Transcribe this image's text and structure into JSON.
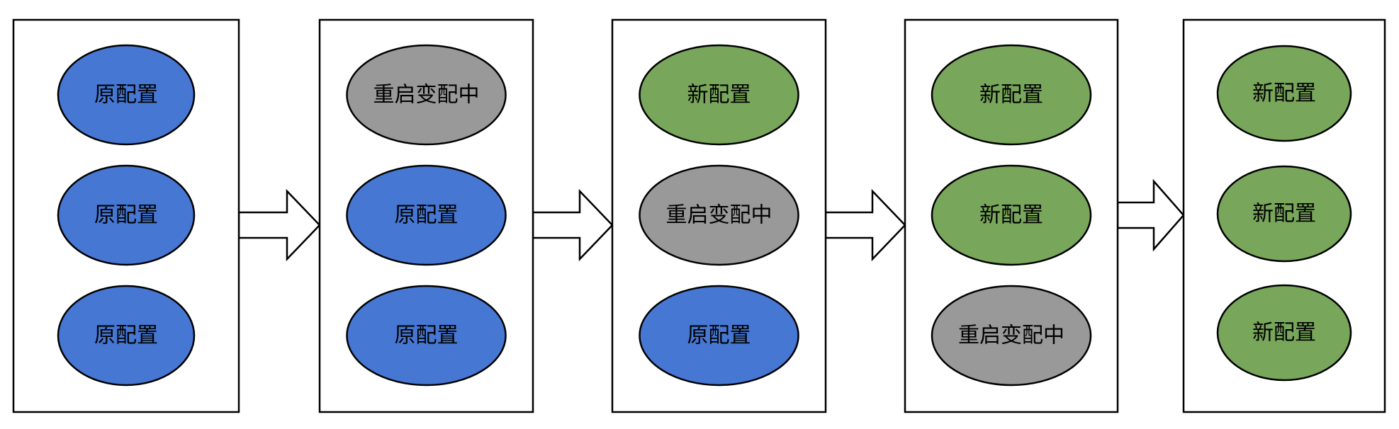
{
  "colors": {
    "original": "#4677D3",
    "restarting": "#999999",
    "new": "#78A65A"
  },
  "stages": [
    {
      "nodes": [
        {
          "label": "原配置",
          "state": "original"
        },
        {
          "label": "原配置",
          "state": "original"
        },
        {
          "label": "原配置",
          "state": "original"
        }
      ]
    },
    {
      "nodes": [
        {
          "label": "重启变配中",
          "state": "restarting"
        },
        {
          "label": "原配置",
          "state": "original"
        },
        {
          "label": "原配置",
          "state": "original"
        }
      ]
    },
    {
      "nodes": [
        {
          "label": "新配置",
          "state": "new"
        },
        {
          "label": "重启变配中",
          "state": "restarting"
        },
        {
          "label": "原配置",
          "state": "original"
        }
      ]
    },
    {
      "nodes": [
        {
          "label": "新配置",
          "state": "new"
        },
        {
          "label": "新配置",
          "state": "new"
        },
        {
          "label": "重启变配中",
          "state": "restarting"
        }
      ]
    },
    {
      "nodes": [
        {
          "label": "新配置",
          "state": "new"
        },
        {
          "label": "新配置",
          "state": "new"
        },
        {
          "label": "新配置",
          "state": "new"
        }
      ]
    }
  ]
}
